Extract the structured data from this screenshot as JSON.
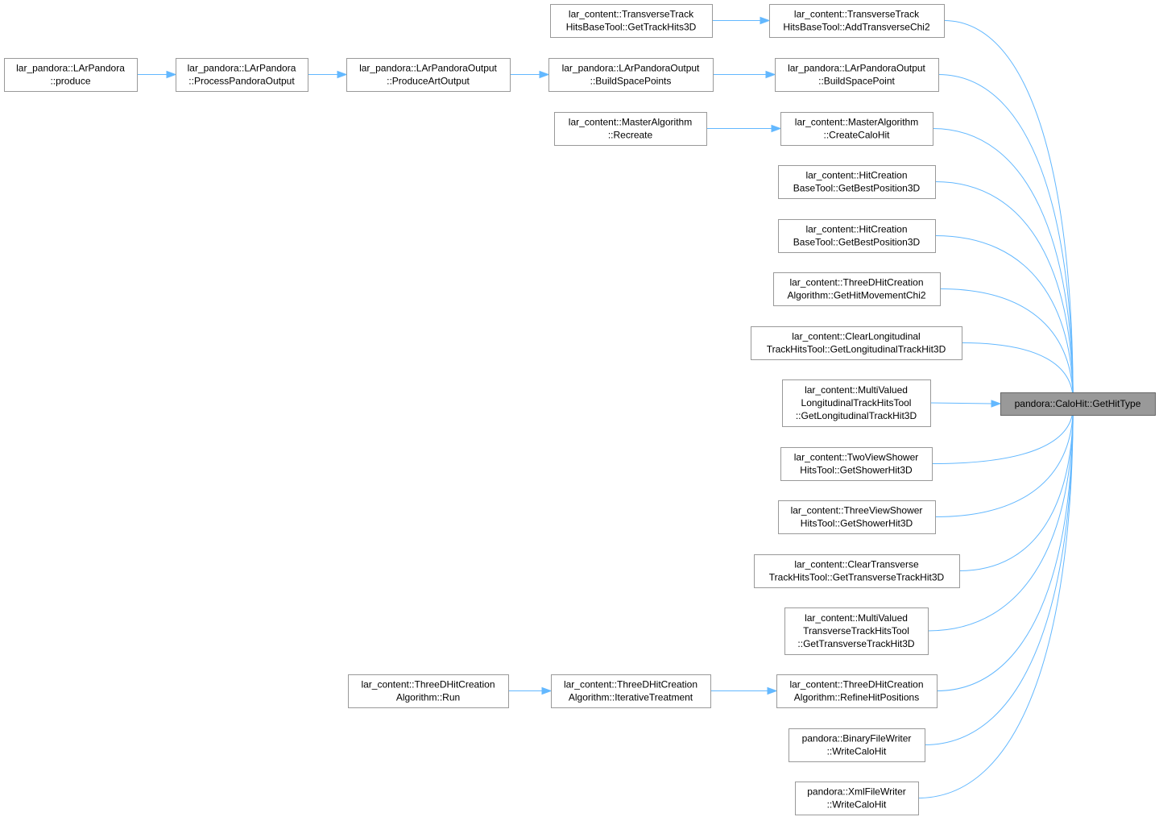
{
  "diagram": {
    "colors": {
      "edge": "#63b8ff",
      "node_border": "#999999",
      "root_fill": "#999999"
    },
    "nodes": {
      "gethittype": {
        "lines": [
          "pandora::CaloHit::GetHitType"
        ]
      },
      "addtranschi2": {
        "lines": [
          "lar_content::TransverseTrack",
          "HitsBaseTool::AddTransverseChi2"
        ]
      },
      "gettrackhits3d": {
        "lines": [
          "lar_content::TransverseTrack",
          "HitsBaseTool::GetTrackHits3D"
        ]
      },
      "buildspacepoint": {
        "lines": [
          "lar_pandora::LArPandoraOutput",
          "::BuildSpacePoint"
        ]
      },
      "buildspacepoints": {
        "lines": [
          "lar_pandora::LArPandoraOutput",
          "::BuildSpacePoints"
        ]
      },
      "produceartoutput": {
        "lines": [
          "lar_pandora::LArPandoraOutput",
          "::ProduceArtOutput"
        ]
      },
      "processpandoraoutput": {
        "lines": [
          "lar_pandora::LArPandora",
          "::ProcessPandoraOutput"
        ]
      },
      "produce": {
        "lines": [
          "lar_pandora::LArPandora",
          "::produce"
        ]
      },
      "createcalohit": {
        "lines": [
          "lar_content::MasterAlgorithm",
          "::CreateCaloHit"
        ]
      },
      "recreate": {
        "lines": [
          "lar_content::MasterAlgorithm",
          "::Recreate"
        ]
      },
      "getbestpos1": {
        "lines": [
          "lar_content::HitCreation",
          "BaseTool::GetBestPosition3D"
        ]
      },
      "getbestpos2": {
        "lines": [
          "lar_content::HitCreation",
          "BaseTool::GetBestPosition3D"
        ]
      },
      "gethitmovementchi2": {
        "lines": [
          "lar_content::ThreeDHitCreation",
          "Algorithm::GetHitMovementChi2"
        ]
      },
      "clearlongitudinal": {
        "lines": [
          "lar_content::ClearLongitudinal",
          "TrackHitsTool::GetLongitudinalTrackHit3D"
        ]
      },
      "multivaluedlong": {
        "lines": [
          "lar_content::MultiValued",
          "LongitudinalTrackHitsTool",
          "::GetLongitudinalTrackHit3D"
        ]
      },
      "twoviewshower": {
        "lines": [
          "lar_content::TwoViewShower",
          "HitsTool::GetShowerHit3D"
        ]
      },
      "threeviewshower": {
        "lines": [
          "lar_content::ThreeViewShower",
          "HitsTool::GetShowerHit3D"
        ]
      },
      "cleartransverse": {
        "lines": [
          "lar_content::ClearTransverse",
          "TrackHitsTool::GetTransverseTrackHit3D"
        ]
      },
      "multivaluedtrans": {
        "lines": [
          "lar_content::MultiValued",
          "TransverseTrackHitsTool",
          "::GetTransverseTrackHit3D"
        ]
      },
      "refinehitpositions": {
        "lines": [
          "lar_content::ThreeDHitCreation",
          "Algorithm::RefineHitPositions"
        ]
      },
      "iterativetreatment": {
        "lines": [
          "lar_content::ThreeDHitCreation",
          "Algorithm::IterativeTreatment"
        ]
      },
      "run": {
        "lines": [
          "lar_content::ThreeDHitCreation",
          "Algorithm::Run"
        ]
      },
      "binarywriter": {
        "lines": [
          "pandora::BinaryFileWriter",
          "::WriteCaloHit"
        ]
      },
      "xmlwriter": {
        "lines": [
          "pandora::XmlFileWriter",
          "::WriteCaloHit"
        ]
      }
    },
    "edges": [
      {
        "from": "addtranschi2",
        "to": "gethittype"
      },
      {
        "from": "buildspacepoint",
        "to": "gethittype"
      },
      {
        "from": "createcalohit",
        "to": "gethittype"
      },
      {
        "from": "getbestpos1",
        "to": "gethittype"
      },
      {
        "from": "getbestpos2",
        "to": "gethittype"
      },
      {
        "from": "gethitmovementchi2",
        "to": "gethittype"
      },
      {
        "from": "clearlongitudinal",
        "to": "gethittype"
      },
      {
        "from": "multivaluedlong",
        "to": "gethittype"
      },
      {
        "from": "twoviewshower",
        "to": "gethittype"
      },
      {
        "from": "threeviewshower",
        "to": "gethittype"
      },
      {
        "from": "cleartransverse",
        "to": "gethittype"
      },
      {
        "from": "multivaluedtrans",
        "to": "gethittype"
      },
      {
        "from": "refinehitpositions",
        "to": "gethittype"
      },
      {
        "from": "binarywriter",
        "to": "gethittype"
      },
      {
        "from": "xmlwriter",
        "to": "gethittype"
      },
      {
        "from": "gettrackhits3d",
        "to": "addtranschi2"
      },
      {
        "from": "buildspacepoints",
        "to": "buildspacepoint"
      },
      {
        "from": "produceartoutput",
        "to": "buildspacepoints"
      },
      {
        "from": "processpandoraoutput",
        "to": "produceartoutput"
      },
      {
        "from": "produce",
        "to": "processpandoraoutput"
      },
      {
        "from": "recreate",
        "to": "createcalohit"
      },
      {
        "from": "iterativetreatment",
        "to": "refinehitpositions"
      },
      {
        "from": "run",
        "to": "iterativetreatment"
      }
    ]
  }
}
